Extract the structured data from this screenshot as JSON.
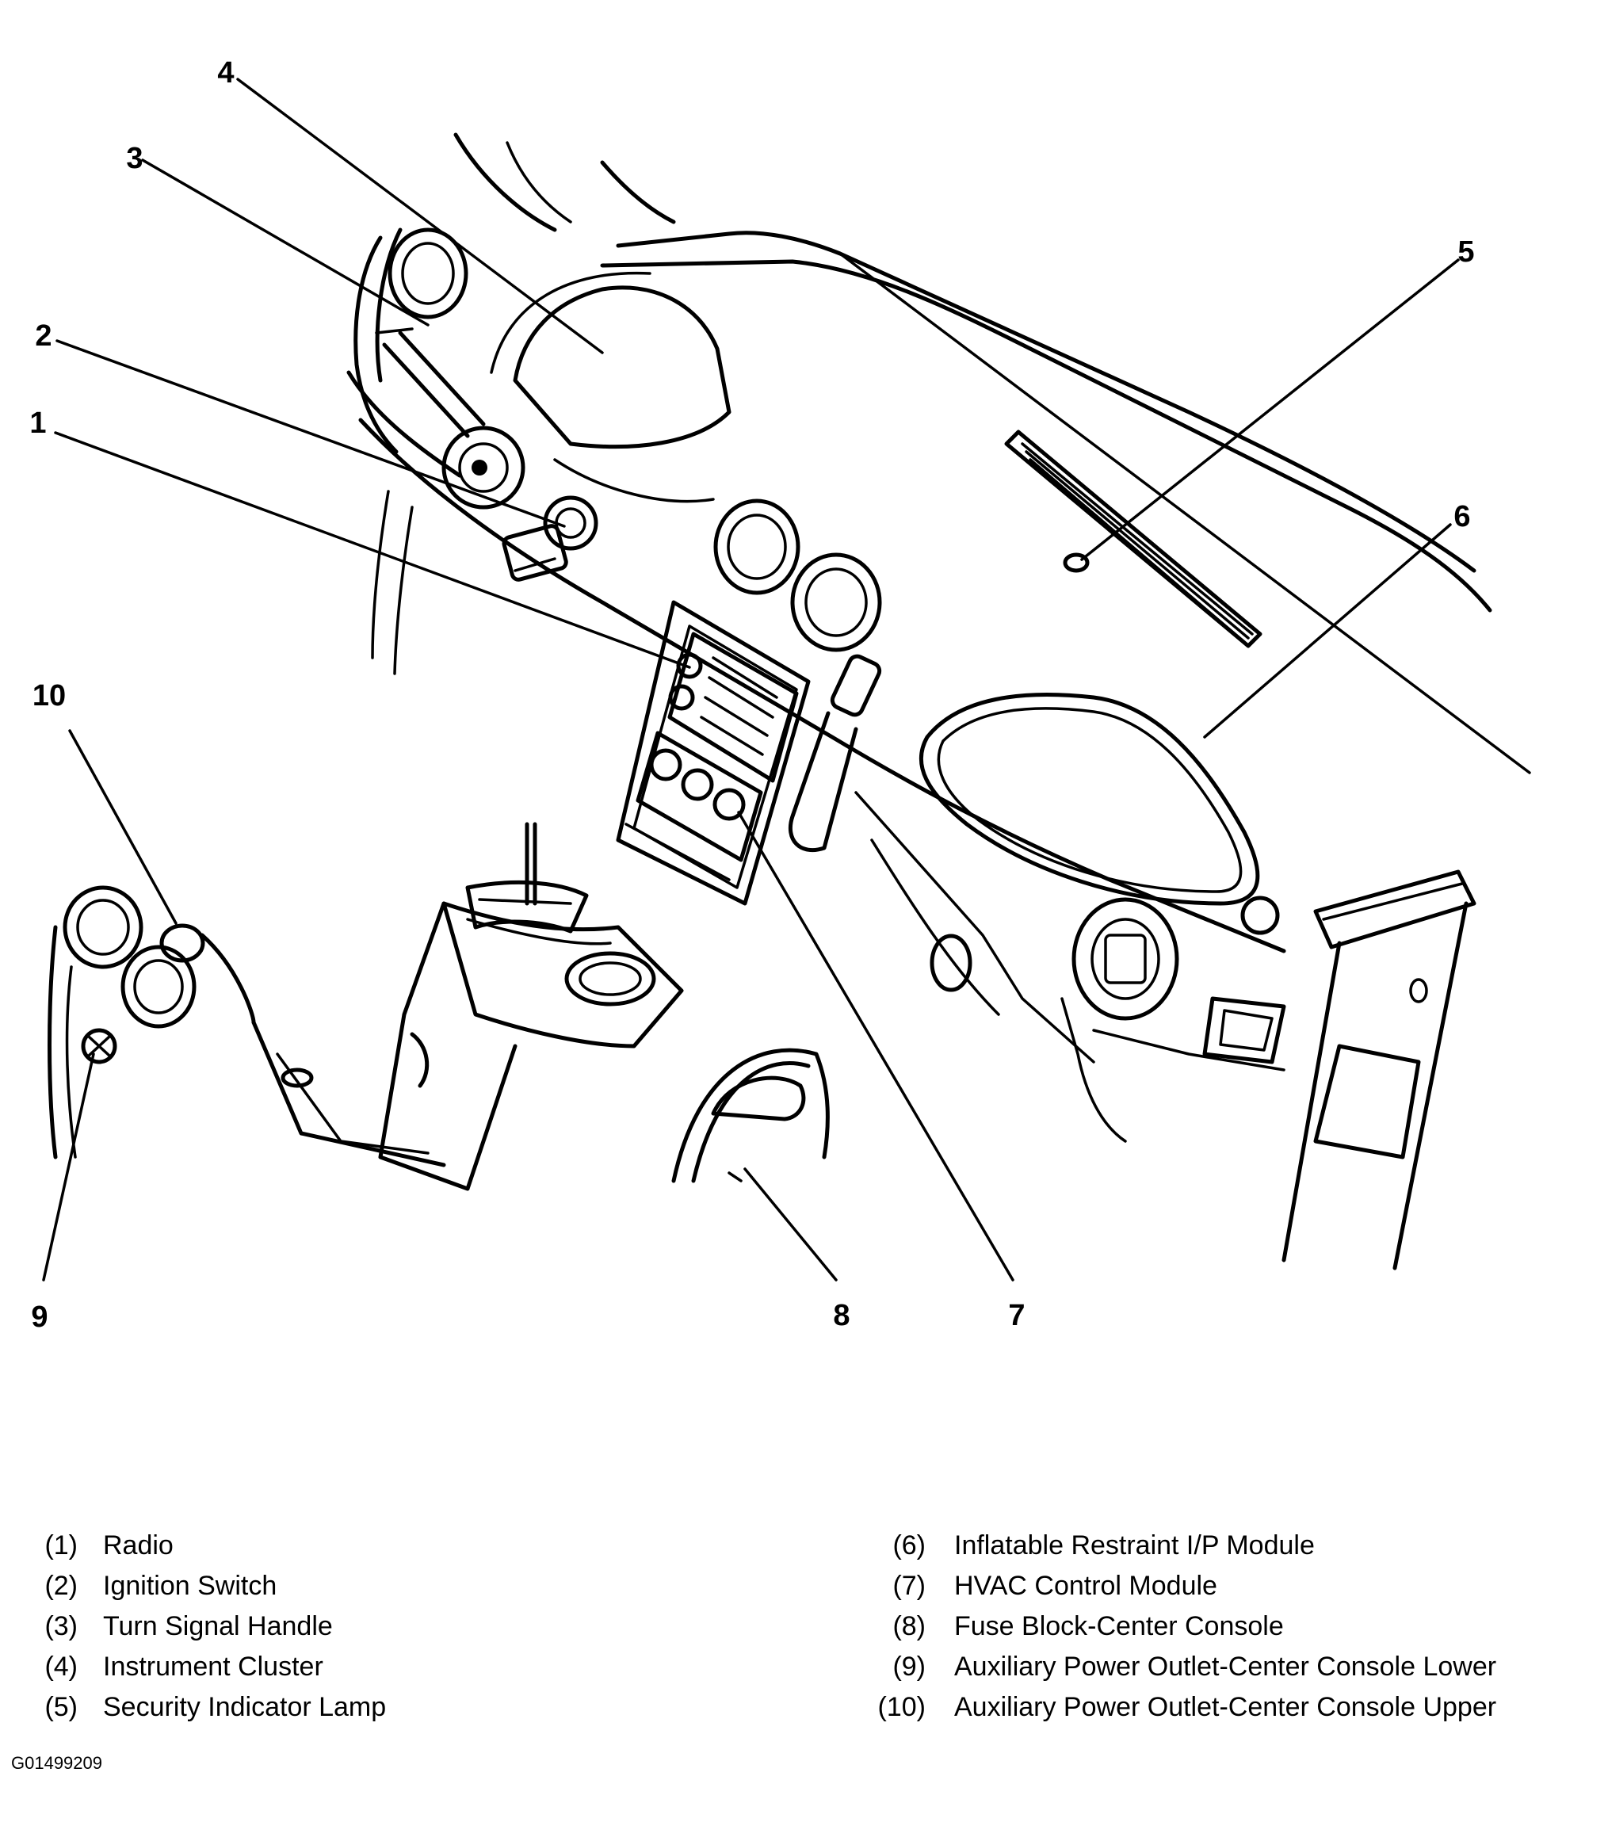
{
  "diagram": {
    "callouts": [
      {
        "num": "1",
        "label": "Radio"
      },
      {
        "num": "2",
        "label": "Ignition Switch"
      },
      {
        "num": "3",
        "label": "Turn Signal Handle"
      },
      {
        "num": "4",
        "label": "Instrument Cluster"
      },
      {
        "num": "5",
        "label": "Security Indicator Lamp"
      },
      {
        "num": "6",
        "label": "Inflatable Restraint I/P Module"
      },
      {
        "num": "7",
        "label": "HVAC Control Module"
      },
      {
        "num": "8",
        "label": "Fuse Block-Center Console"
      },
      {
        "num": "9",
        "label": "Auxiliary Power Outlet-Center Console Lower"
      },
      {
        "num": "10",
        "label": "Auxiliary Power Outlet-Center Console Upper"
      }
    ]
  },
  "legend": {
    "left": [
      {
        "num": "(1)",
        "label": "Radio"
      },
      {
        "num": "(2)",
        "label": "Ignition Switch"
      },
      {
        "num": "(3)",
        "label": "Turn Signal Handle"
      },
      {
        "num": "(4)",
        "label": "Instrument Cluster"
      },
      {
        "num": "(5)",
        "label": "Security Indicator Lamp"
      }
    ],
    "right": [
      {
        "num": "(6)",
        "label": "Inflatable Restraint I/P Module"
      },
      {
        "num": "(7)",
        "label": "HVAC Control Module"
      },
      {
        "num": "(8)",
        "label": "Fuse Block-Center Console"
      },
      {
        "num": "(9)",
        "label": "Auxiliary Power Outlet-Center Console Lower"
      },
      {
        "num": "(10)",
        "label": "Auxiliary Power Outlet-Center Console Upper"
      }
    ]
  },
  "figure_code": "G01499209"
}
